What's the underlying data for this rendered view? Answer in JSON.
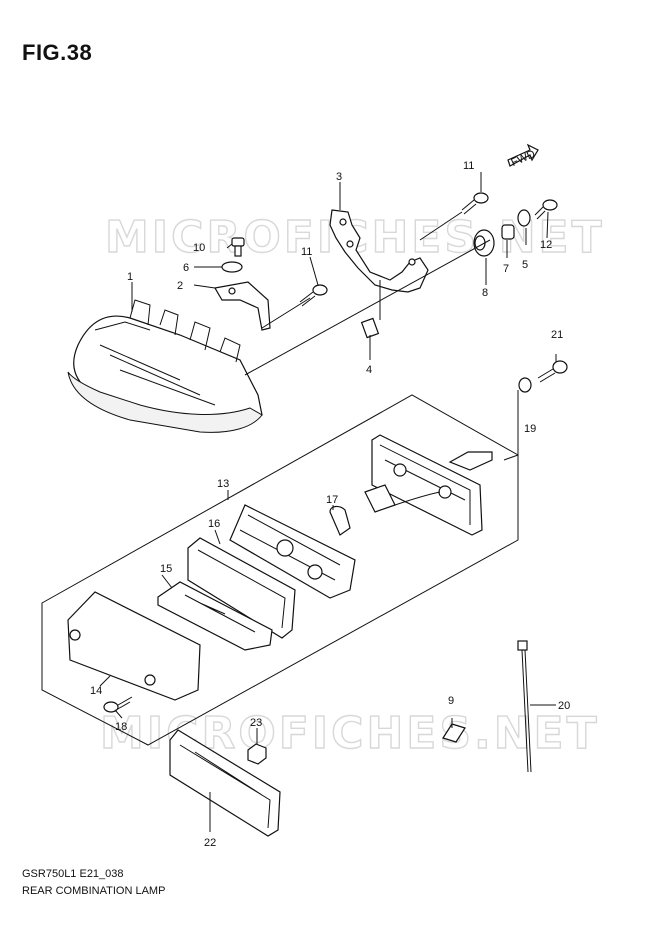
{
  "header": {
    "figure": "FIG.38"
  },
  "footer": {
    "code": "GSR750L1 E21_038",
    "name": "REAR COMBINATION LAMP"
  },
  "watermark": {
    "text": "MICROFICHES.NET"
  },
  "fwd_label": "FWD",
  "callouts": [
    {
      "id": "1",
      "text": "1"
    },
    {
      "id": "2",
      "text": "2"
    },
    {
      "id": "3",
      "text": "3"
    },
    {
      "id": "4",
      "text": "4"
    },
    {
      "id": "5",
      "text": "5"
    },
    {
      "id": "6",
      "text": "6"
    },
    {
      "id": "7",
      "text": "7"
    },
    {
      "id": "8",
      "text": "8"
    },
    {
      "id": "9",
      "text": "9"
    },
    {
      "id": "10",
      "text": "10"
    },
    {
      "id": "11a",
      "text": "11"
    },
    {
      "id": "11b",
      "text": "11"
    },
    {
      "id": "12",
      "text": "12"
    },
    {
      "id": "13",
      "text": "13"
    },
    {
      "id": "14",
      "text": "14"
    },
    {
      "id": "15",
      "text": "15"
    },
    {
      "id": "16",
      "text": "16"
    },
    {
      "id": "17",
      "text": "17"
    },
    {
      "id": "18",
      "text": "18"
    },
    {
      "id": "19",
      "text": "19"
    },
    {
      "id": "20",
      "text": "20"
    },
    {
      "id": "21",
      "text": "21"
    },
    {
      "id": "22",
      "text": "22"
    },
    {
      "id": "23",
      "text": "23"
    }
  ]
}
